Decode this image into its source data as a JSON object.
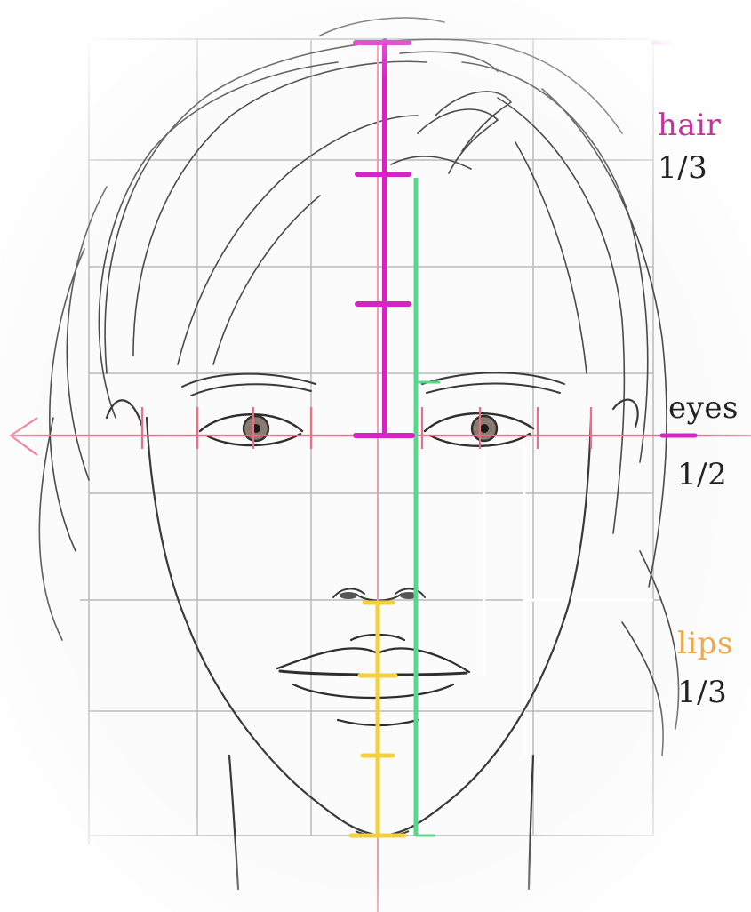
{
  "labels": {
    "hair": "hair",
    "hair_ratio": "1/3",
    "eyes": "eyes",
    "eyes_ratio": "1/2",
    "lips": "lips",
    "lips_ratio": "1/3"
  },
  "colors": {
    "paper": "#fbfbfb",
    "grid": "#b9b9b9",
    "pencil": "#3a3a3a",
    "hair_guide": "#d624c4",
    "eye_line": "#f06b86",
    "center_axis": "#f29aae",
    "lips_guide": "#f3d03c",
    "green_axis": "#54d98a",
    "white_guides": "#ffffff",
    "lips_text": "#f2a84a",
    "ratio_text": "#222222"
  },
  "icons": [
    "left-arrow-icon"
  ]
}
